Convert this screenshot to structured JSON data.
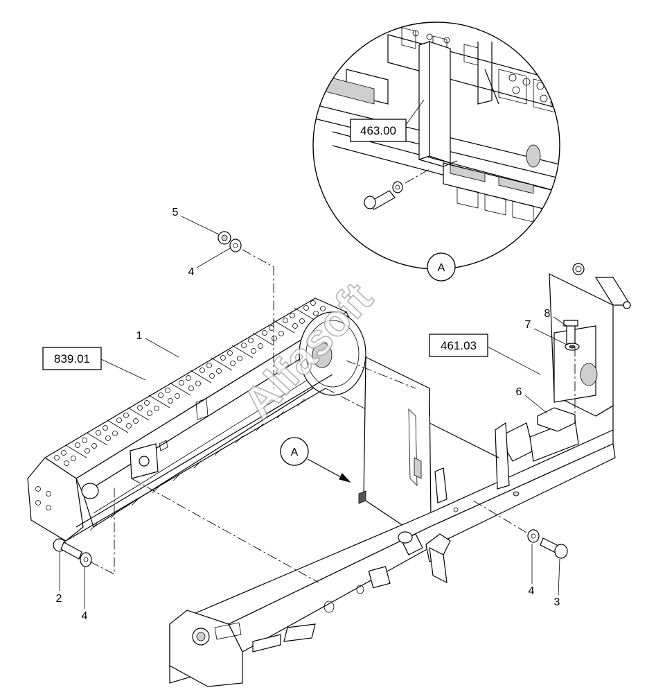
{
  "watermark": "Alfasoft",
  "references": {
    "track_assembly": "839.01",
    "frame_assembly": "461.03",
    "detail_assembly": "463.00"
  },
  "callouts": {
    "view_detail": "A",
    "view_arrow": "A"
  },
  "item_numbers": {
    "track": "1",
    "bolt_left": "2",
    "bolt_right": "3",
    "washer_bottom_left": "4",
    "washer_top": "4",
    "washer_right": "4",
    "nut_top": "5",
    "plate": "6",
    "washer_bracket": "7",
    "bolt_bracket": "8"
  }
}
